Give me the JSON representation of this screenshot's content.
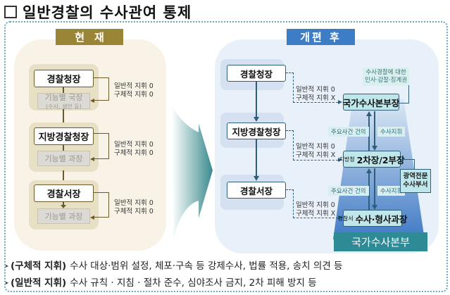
{
  "title": "일반경찰의 수사관여 통제",
  "current": {
    "header": "현재",
    "levels": [
      {
        "head": "경찰청장",
        "sub": "기능별 국장",
        "sub_note": "(수사, 생안 등)",
        "general": "일반적 지휘 0",
        "specific": "구체적 지휘 0"
      },
      {
        "head": "지방경찰청장",
        "sub": "기능별 과장",
        "general": "일반적 지휘 0",
        "specific": "구체적 지휘 0"
      },
      {
        "head": "경찰서장",
        "sub": "기능별 과장",
        "general": "일반적 지휘 0",
        "specific": "구체적 지휘 0"
      }
    ]
  },
  "reform": {
    "header": "개편 후",
    "police_heads": [
      {
        "head": "경찰청장",
        "general": "일반적 지휘 0",
        "specific": "구체적 지휘 X"
      },
      {
        "head": "지방경찰청장",
        "general": "일반적 지휘 0",
        "specific": "구체적 지휘 X"
      },
      {
        "head": "경찰서장",
        "general": "일반적 지휘 0",
        "specific": "구체적 지휘 X"
      }
    ],
    "investigation": [
      {
        "prefix": "",
        "name": "국가수사본부장"
      },
      {
        "prefix": "지방청",
        "name": "2차장/2부장"
      },
      {
        "prefix": "경찰서",
        "name": "수사·형사과장"
      }
    ],
    "tags": {
      "report_1": "주요사건 건의",
      "command_1": "수사지휘",
      "report_2": "주요사건 건의",
      "command_2": "수사지휘"
    },
    "authority_note": {
      "line1": "수사경찰에 대한",
      "line2": "인사·감찰·징계권"
    },
    "special_unit": {
      "line1": "광역전문",
      "line2": "수사부서"
    },
    "base_label": "국가수사본부"
  },
  "bullets": [
    {
      "mark": "▸",
      "key": "(구체적 지휘)",
      "text": "수사 대상·범위 설정, 체포·구속 등 강제수사, 법률 적용, 송치 의견 등"
    },
    {
      "mark": "▸",
      "key": "(일반적 지휘)",
      "text": "수사 규칙 · 지침 · 절차 준수, 심야조사 금지, 2차 피해 방지 등"
    }
  ],
  "colors": {
    "current_header": "#9a8436",
    "reform_header": "#3d7dc6",
    "base_bar": "#2e8a94",
    "frame_border": "#6aa6b8"
  }
}
